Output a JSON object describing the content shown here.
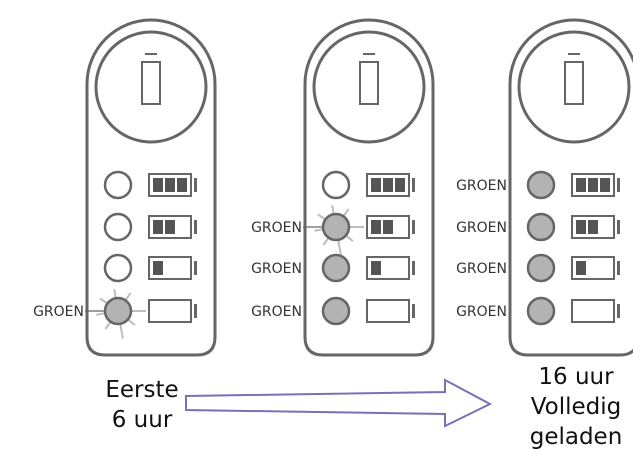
{
  "diagram": {
    "panels": [
      {
        "name": "stage-1",
        "leds": [
          {
            "label": "",
            "state": "off",
            "blink": false
          },
          {
            "label": "",
            "state": "off",
            "blink": false
          },
          {
            "label": "",
            "state": "off",
            "blink": false
          },
          {
            "label": "GROEN",
            "state": "green",
            "blink": true
          }
        ]
      },
      {
        "name": "stage-2",
        "leds": [
          {
            "label": "",
            "state": "off",
            "blink": false
          },
          {
            "label": "GROEN",
            "state": "green",
            "blink": true
          },
          {
            "label": "GROEN",
            "state": "green",
            "blink": false
          },
          {
            "label": "GROEN",
            "state": "green",
            "blink": false
          }
        ]
      },
      {
        "name": "stage-3",
        "leds": [
          {
            "label": "GROEN",
            "state": "green",
            "blink": false
          },
          {
            "label": "GROEN",
            "state": "green",
            "blink": false
          },
          {
            "label": "GROEN",
            "state": "green",
            "blink": false
          },
          {
            "label": "GROEN",
            "state": "green",
            "blink": false
          }
        ]
      }
    ],
    "battery_levels": [
      3,
      2,
      1,
      0
    ],
    "caption_start": [
      "Eerste",
      "6 uur"
    ],
    "caption_end": [
      "16 uur",
      "Volledig",
      "geladen"
    ],
    "colors": {
      "outline": "#666666",
      "led_on": "#b3b3b3",
      "arrow": "#7b70b8",
      "blink_rays": "#bdbdbd"
    },
    "icons": {
      "top": "battery-outline-icon",
      "flow": "arrow-right-icon"
    }
  }
}
